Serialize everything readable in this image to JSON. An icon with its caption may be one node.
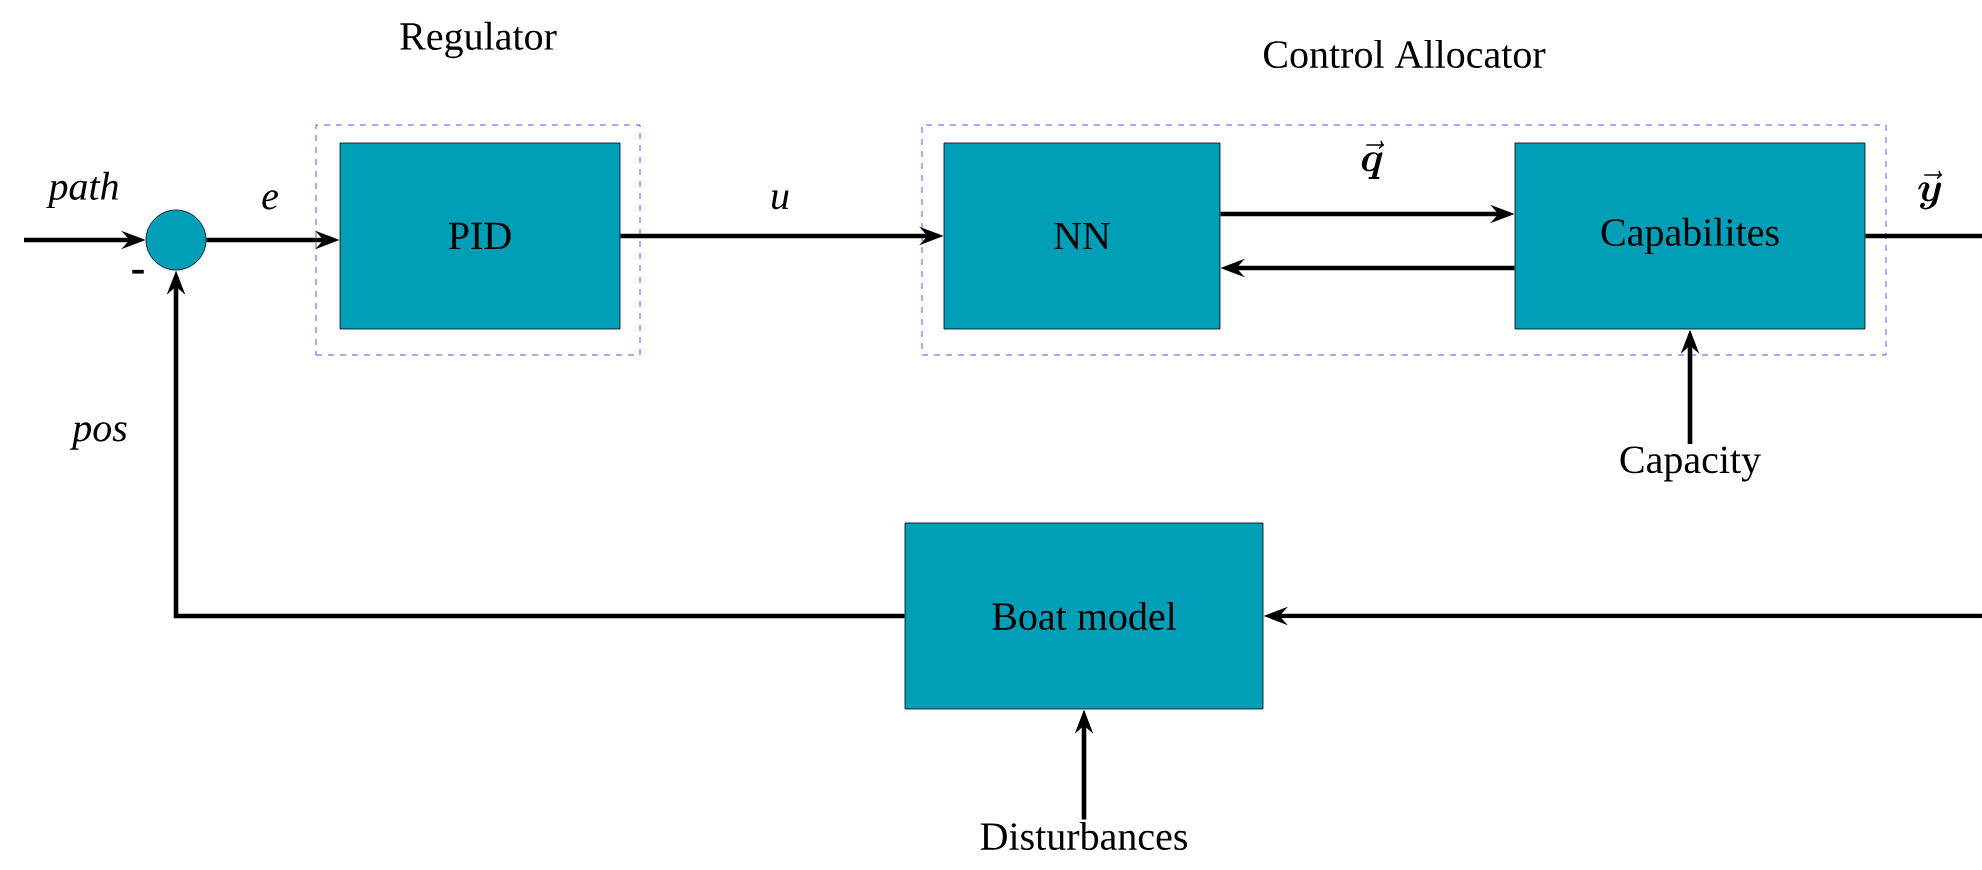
{
  "diagram": {
    "nodes": [
      {
        "text": [
          "Regulator"
        ]
      },
      {
        "text": [
          "PID"
        ],
        "in": 0
      },
      {
        "text": [
          "Control Allocator"
        ]
      },
      {
        "text": [
          "NN"
        ],
        "in": 2
      },
      {
        "text": [
          "Capabilites"
        ],
        "in": 2
      },
      {
        "text": [],
        "shape": "circle"
      },
      {
        "text": [
          "Boat model"
        ]
      },
      {
        "text": [
          "Capacity"
        ]
      },
      {
        "text": [
          "Disturbances"
        ]
      }
    ],
    "edges": [
      {
        "from": null,
        "to": 5,
        "arrow": "to",
        "label": "path"
      },
      {
        "from": 5,
        "to": 1,
        "arrow": "to",
        "label": "e"
      },
      {
        "from": 1,
        "to": 3,
        "arrow": "to",
        "label": "u"
      },
      {
        "from": 3,
        "to": 4,
        "arrow": "to",
        "label": "\\vec{\\boldsymbol{q}}"
      },
      {
        "from": 4,
        "to": 3,
        "arrow": "to"
      },
      {
        "from": 4,
        "to": 6,
        "arrow": "to",
        "label": "\\vec{\\boldsymbol{y}}"
      },
      {
        "from": 6,
        "to": 5,
        "arrow": "to",
        "label": "pos"
      },
      {
        "from": 7,
        "to": 4,
        "arrow": "to"
      },
      {
        "from": 8,
        "to": 6,
        "arrow": "to"
      }
    ],
    "labels": [
      "-"
    ]
  }
}
